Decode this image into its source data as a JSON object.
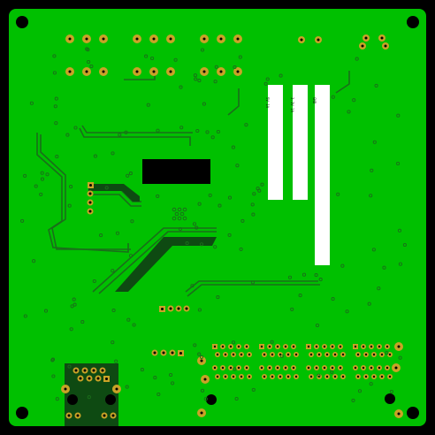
{
  "colors": {
    "background": "#000000",
    "board": "#00c000",
    "copper_trace": "#1a6e1a",
    "copper_pour": "#0e4a12",
    "pad_ring": "#c9a227",
    "drill": "#000000",
    "silkscreen_block": "#ffffff",
    "mask_block": "#000000"
  },
  "silkscreen": {
    "label_1": "5V 1A",
    "label_2": "3.3V 1A",
    "label_3": "GND"
  },
  "icons": {
    "mounting_hole": "mounting-hole-icon",
    "via": "via-icon",
    "through_hole_pad": "through-hole-pad-icon"
  }
}
